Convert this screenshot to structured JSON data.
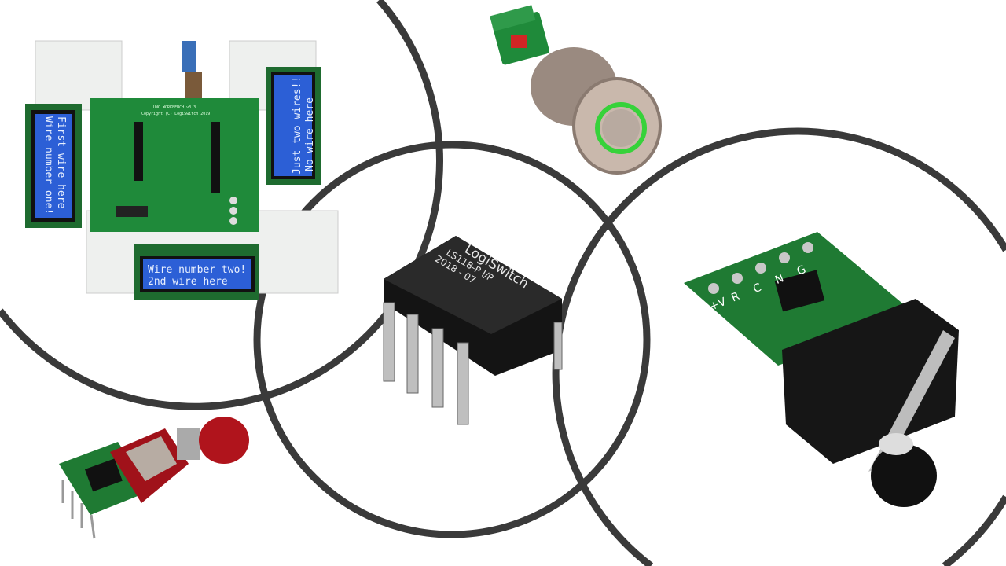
{
  "colors": {
    "ring": "#3a3a3a",
    "pcb": "#1f8a3a",
    "lcd": "#2c5fd6",
    "chip": "#141414",
    "led_ring": "#36d23a",
    "button_red": "#b0141c"
  },
  "workbench": {
    "board_title": "UNO WORKBENCH v3.3",
    "board_copyright": "Copyright (C) LogiSwitch 2019",
    "lcd_left": {
      "line1": "Wire number one!",
      "line2": "First wire here"
    },
    "lcd_right": {
      "line1": "Just two wires!!",
      "line2": "No wire here"
    },
    "lcd_bottom": {
      "line1": "Wire number two!",
      "line2": "2nd wire here"
    }
  },
  "chip": {
    "brand": "LogiSwitch",
    "part": "LS118-P I/P",
    "date": "2018 - 07"
  },
  "microswitch_board": {
    "pin_labels": [
      "+V",
      "R",
      "C",
      "N",
      "G"
    ]
  }
}
